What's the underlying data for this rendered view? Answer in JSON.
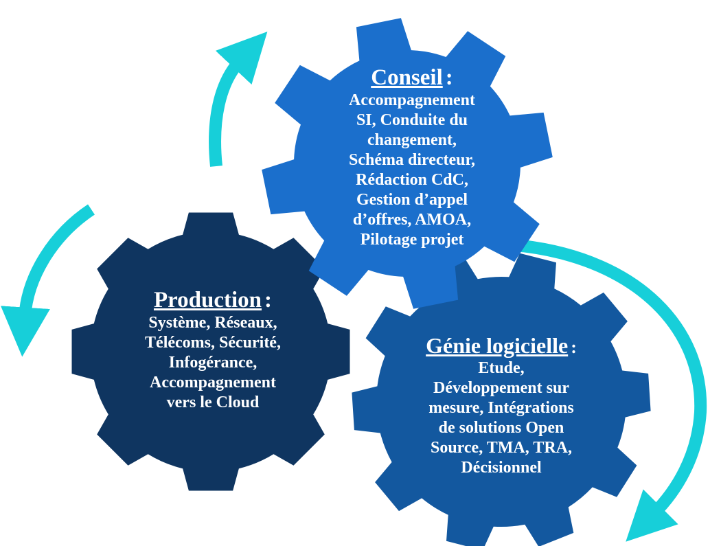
{
  "colors": {
    "arrow": "#17cfd9",
    "production": "#0f3560",
    "conseil": "#1b6fcc",
    "genie": "#13589f",
    "text": "#ffffff"
  },
  "gears": {
    "conseil": {
      "title": "Conseil",
      "colon": ":",
      "lines": [
        "Accompagnement",
        "SI, Conduite du",
        "changement,",
        "Schéma directeur,",
        "Rédaction CdC,",
        "Gestion d’appel",
        "d’offres, AMOA,",
        "Pilotage projet"
      ]
    },
    "production": {
      "title": "Production",
      "colon": ":",
      "lines": [
        "Système, Réseaux,",
        "Télécoms, Sécurité,",
        "Infogérance,",
        "Accompagnement",
        "vers le Cloud"
      ]
    },
    "genie": {
      "title": "Génie logicielle",
      "colon": ":",
      "lines": [
        "Etude,",
        "Développement sur",
        "mesure, Intégrations",
        "de solutions Open",
        "Source, TMA, TRA,",
        "Décisionnel"
      ]
    }
  }
}
